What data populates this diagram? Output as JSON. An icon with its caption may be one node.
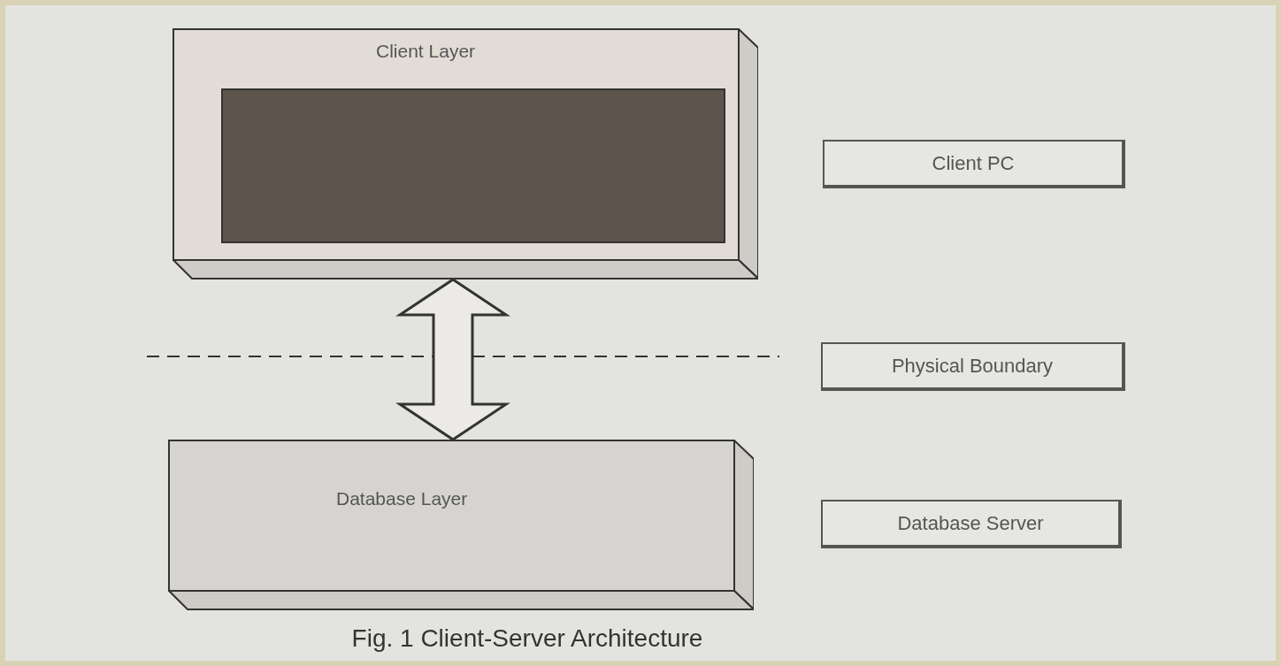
{
  "diagram": {
    "caption": "Fig. 1 Client-Server Architecture",
    "nodes": [
      {
        "text": [
          "Client Layer"
        ]
      },
      {
        "text": [],
        "shape": "box",
        "in": 0
      },
      {
        "text": [
          "Database Layer"
        ]
      },
      {
        "text": [
          "Client PC"
        ]
      },
      {
        "text": [
          "Physical Boundary"
        ]
      },
      {
        "text": [
          "Database Server"
        ]
      }
    ],
    "edges": [
      {
        "from": 0,
        "to": 2,
        "arrow": "both",
        "style": "thick"
      }
    ]
  }
}
